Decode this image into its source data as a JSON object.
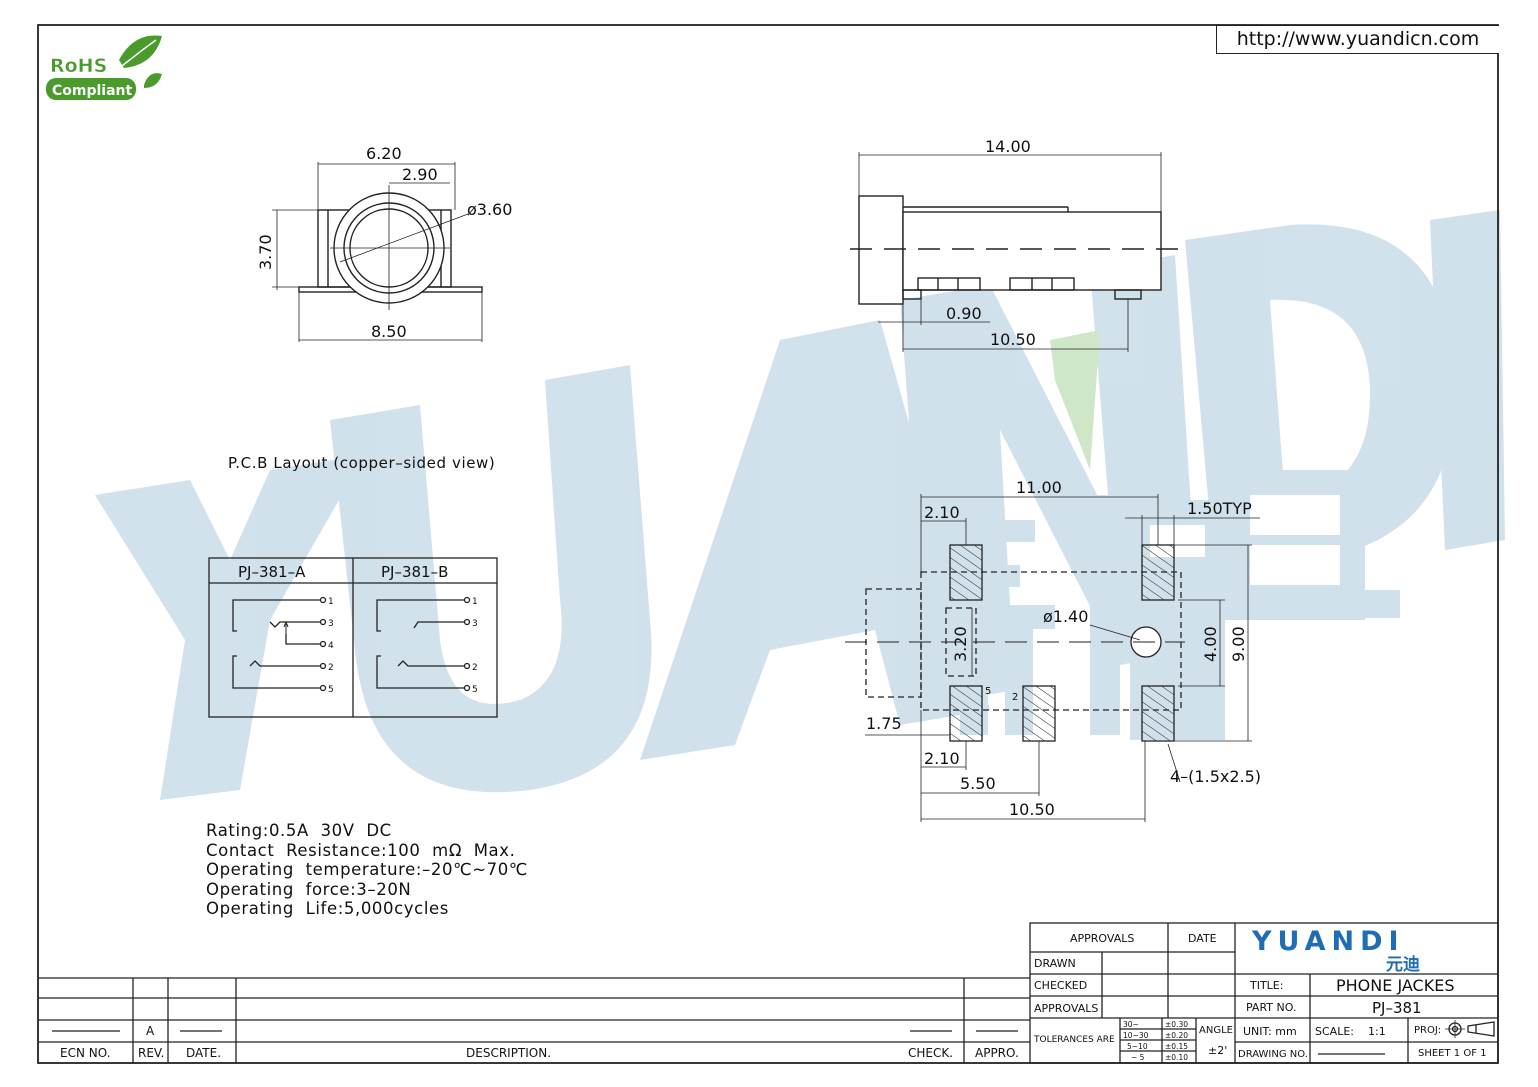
{
  "header": {
    "url": "http://www.yuandicn.com",
    "rohs_line1": "RoHS",
    "rohs_line2": "Compliant",
    "watermark_text": "YUANDI"
  },
  "front_view": {
    "width_top": "6.20",
    "offset": "2.90",
    "diameter": "ø3.60",
    "height": "3.70",
    "width_bottom": "8.50"
  },
  "side_view": {
    "length": "14.00",
    "pin": "0.90",
    "span": "10.50"
  },
  "pcb": {
    "title": "P.C.B Layout (copper–sided view)",
    "width": "11.00",
    "left_offset_top": "2.10",
    "pad_width": "1.50TYP",
    "hole": "ø1.40",
    "center_gap": "3.20",
    "inner_height": "4.00",
    "outer_height": "9.00",
    "side_offset": "1.75",
    "left_offset_bottom": "2.10",
    "mid_offset": "5.50",
    "total": "10.50",
    "pads_note": "4–(1.5x2.5)",
    "pin_5": "5",
    "pin_2": "2"
  },
  "schematic": {
    "col_a": "PJ–381–A",
    "col_b": "PJ–381–B",
    "pins_a": [
      "1",
      "3",
      "4",
      "2",
      "5"
    ],
    "pins_b": [
      "1",
      "3",
      "2",
      "5"
    ]
  },
  "specs": [
    "Rating:0.5A  30V  DC",
    "Contact  Resistance:100  mΩ  Max.",
    "Operating  temperature:–20℃~70℃",
    "Operating  force:3–20N",
    "Operating  Life:5,000cycles"
  ],
  "title_block": {
    "approvals_header": "APPROVALS",
    "date_header": "DATE",
    "drawn": "DRAWN",
    "checked": "CHECKED",
    "approvals": "APPROVALS",
    "tolerances": "TOLERANCES  ARE",
    "tol_ranges": [
      "30~",
      "10~30",
      "5~10",
      "~ 5"
    ],
    "tol_values": [
      "±0.30",
      "±0.20",
      "±0.15",
      "±0.10"
    ],
    "angle_label": "ANGLE",
    "angle_value": "±2'",
    "brand": "YUANDI",
    "brand_cn": "元迪",
    "title_label": "TITLE:",
    "title_value": "PHONE  JACKES",
    "part_label": "PART  NO.",
    "part_value": "PJ–381",
    "unit": "UNIT:  mm",
    "scale_label": "SCALE:",
    "scale_value": "1:1",
    "proj": "PROJ:",
    "drawing_no": "DRAWING  NO.",
    "sheet": "SHEET   1  OF  1"
  },
  "revision_block": {
    "rev_value": "A",
    "ecn_no": "ECN  NO.",
    "rev": "REV.",
    "date": "DATE.",
    "description": "DESCRIPTION.",
    "check": "CHECK.",
    "appro": "APPRO."
  },
  "colors": {
    "watermark": "#cfe0ec",
    "watermark_green": "#cfe6c8",
    "brand_blue": "#1e6db5",
    "rohs_green": "#4a9a2c",
    "line": "#222222"
  }
}
